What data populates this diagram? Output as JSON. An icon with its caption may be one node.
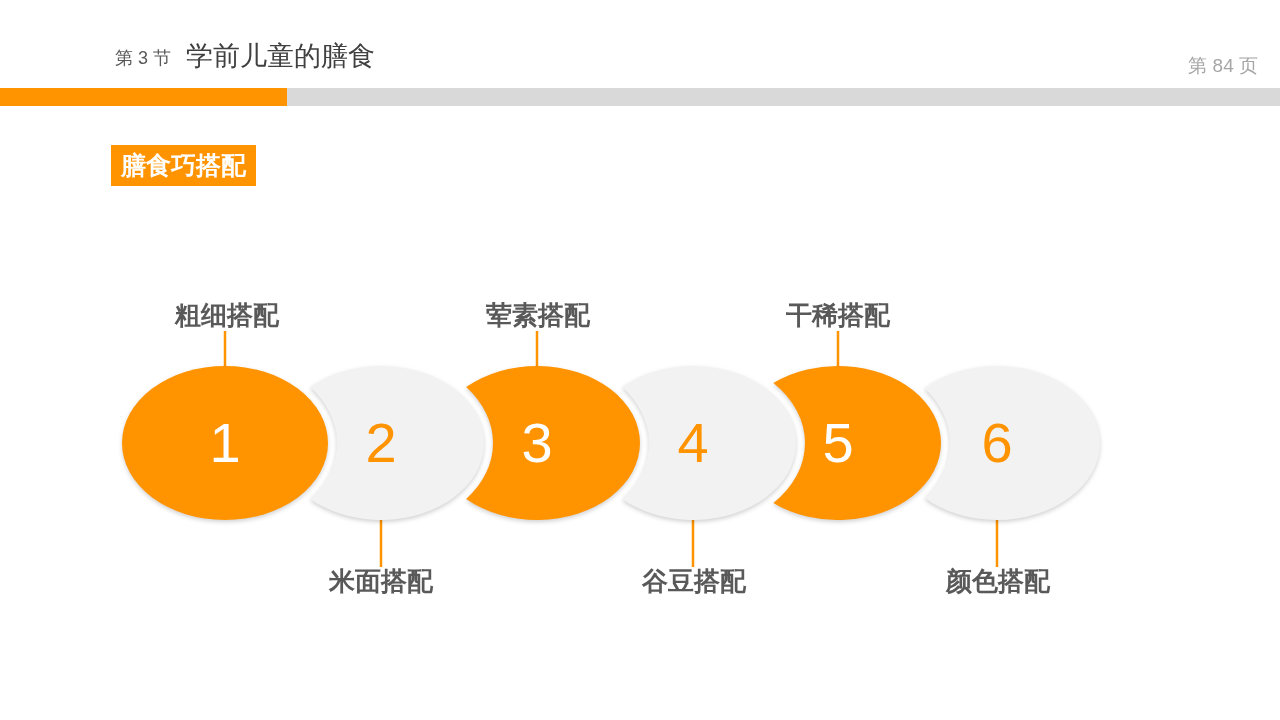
{
  "diagram": {
    "title": "膳食巧搭配",
    "nodes": [
      {
        "text": [
          "1"
        ]
      },
      {
        "text": [
          "2"
        ]
      },
      {
        "text": [
          "3"
        ]
      },
      {
        "text": [
          "4"
        ]
      },
      {
        "text": [
          "5"
        ]
      },
      {
        "text": [
          "6"
        ]
      },
      {
        "text": [
          "粗细搭配"
        ]
      },
      {
        "text": [
          "米面搭配"
        ]
      },
      {
        "text": [
          "荤素搭配"
        ]
      },
      {
        "text": [
          "谷豆搭配"
        ]
      },
      {
        "text": [
          "干稀搭配"
        ]
      },
      {
        "text": [
          "颜色搭配"
        ]
      }
    ],
    "edges": [
      {
        "from": 6,
        "to": 0,
        "arrow": "none"
      },
      {
        "from": 7,
        "to": 1,
        "arrow": "none"
      },
      {
        "from": 8,
        "to": 2,
        "arrow": "none"
      },
      {
        "from": 9,
        "to": 3,
        "arrow": "none"
      },
      {
        "from": 10,
        "to": 4,
        "arrow": "none"
      },
      {
        "from": 11,
        "to": 5,
        "arrow": "none"
      }
    ],
    "labels": [
      "第 3 节",
      "学前儿童的膳食",
      "第 84 页"
    ]
  }
}
